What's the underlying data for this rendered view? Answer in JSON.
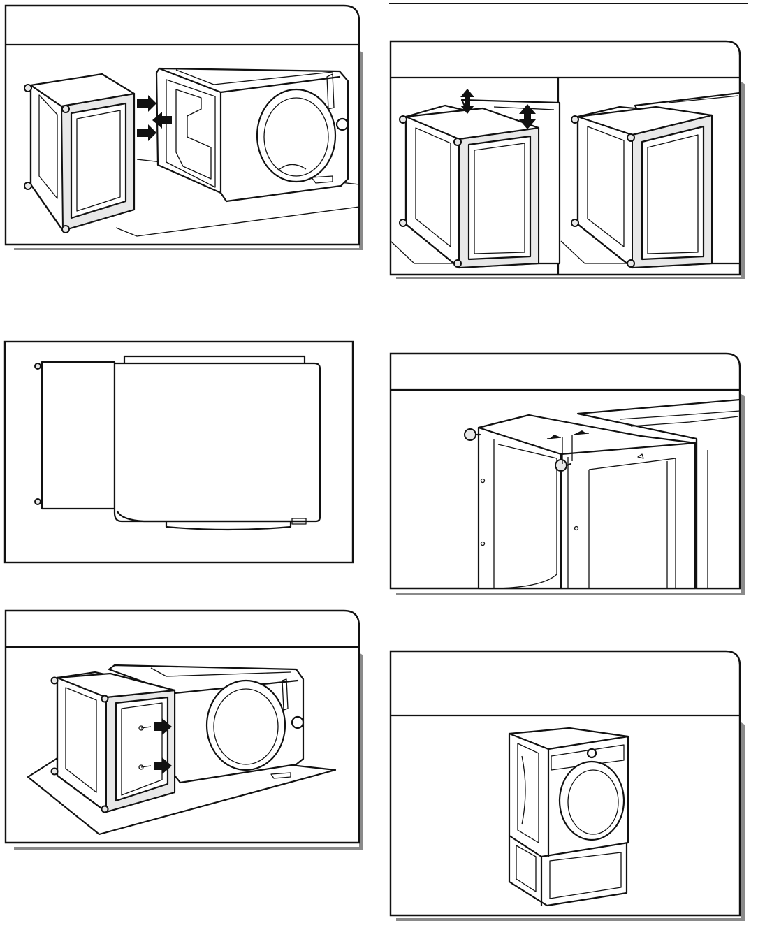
{
  "document": {
    "title": "",
    "figures": [
      {
        "id": "fig-align-pedestal-left",
        "caption": ""
      },
      {
        "id": "fig-adjust-height-right",
        "caption": ""
      },
      {
        "id": "fig-top-view-left",
        "caption": ""
      },
      {
        "id": "fig-gap-right",
        "caption": ""
      },
      {
        "id": "fig-attach-screws-left",
        "caption": ""
      },
      {
        "id": "fig-finished-right",
        "caption": ""
      }
    ]
  },
  "colors": {
    "line": "#111111",
    "background": "#ffffff",
    "shadow": "#8a8a8a",
    "panel_fill": "#e8e8e8"
  }
}
